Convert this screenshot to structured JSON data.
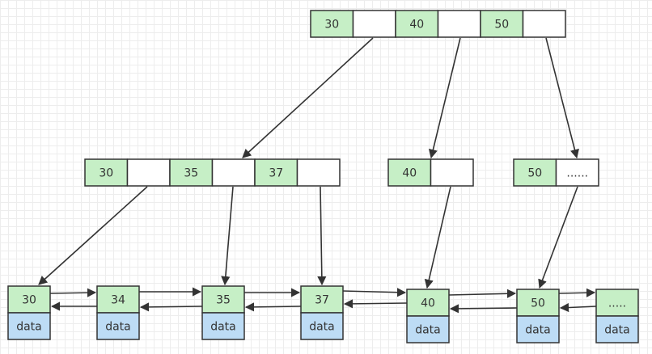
{
  "colors": {
    "key_fill": "#c6efc6",
    "data_fill": "#bddcf5",
    "empty_fill": "#ffffff",
    "stroke": "#333333",
    "arrow": "#333333"
  },
  "root": {
    "keys": [
      "30",
      "40",
      "50"
    ]
  },
  "internal": [
    {
      "keys": [
        "30",
        "35",
        "37"
      ]
    },
    {
      "keys": [
        "40"
      ]
    },
    {
      "keys": [
        "50"
      ],
      "extra": "......"
    }
  ],
  "leaves": [
    {
      "key": "30",
      "data": "data"
    },
    {
      "key": "34",
      "data": "data"
    },
    {
      "key": "35",
      "data": "data"
    },
    {
      "key": "37",
      "data": "data"
    },
    {
      "key": "40",
      "data": "data"
    },
    {
      "key": "50",
      "data": "data"
    },
    {
      "key": ".....",
      "data": "data"
    }
  ]
}
